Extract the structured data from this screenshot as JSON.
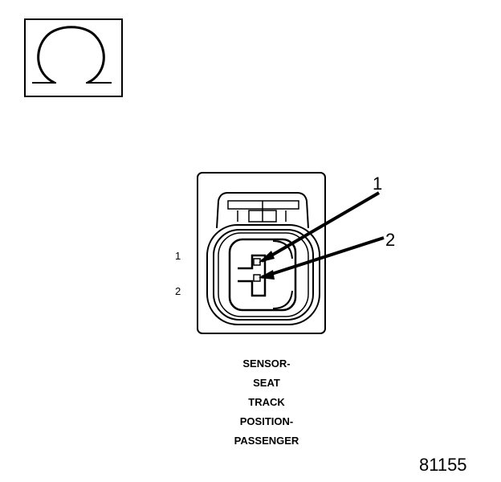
{
  "symbol": {
    "icon": "ohm-icon",
    "glyph": "Ω"
  },
  "connector": {
    "callouts": [
      "1",
      "2"
    ],
    "pin_labels": [
      "1",
      "2"
    ]
  },
  "caption_lines": [
    "SENSOR-",
    "SEAT",
    "TRACK",
    "POSITION-",
    "PASSENGER"
  ],
  "figure_number": "81155"
}
